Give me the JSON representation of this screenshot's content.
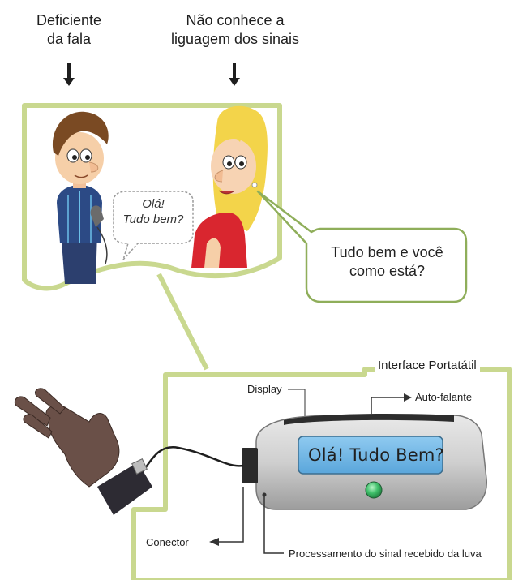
{
  "labels": {
    "speech_impaired": "Deficiente\nda fala",
    "not_know_signs": "Não conhece a\nliguagem dos sinais",
    "portable_interface": "Interface Portatátil",
    "display": "Display",
    "speaker": "Auto-falante",
    "connector": "Conector",
    "processing": "Processamento do sinal recebido da luva"
  },
  "bubbles": {
    "left": "Olá!\nTudo bem?",
    "right": "Tudo bem e você\ncomo está?"
  },
  "device": {
    "lcd_text": "Olá! Tudo Bem?"
  },
  "colors": {
    "frame_green": "#c9d88f",
    "bubble_border": "#8fae5a",
    "lcd_blue": "#6fb8e8",
    "led_green": "#3fbf6a"
  },
  "icons": [
    "down-arrow-icon",
    "right-arrow-icon",
    "left-arrow-icon",
    "glove-icon",
    "boy-character",
    "girl-character"
  ]
}
